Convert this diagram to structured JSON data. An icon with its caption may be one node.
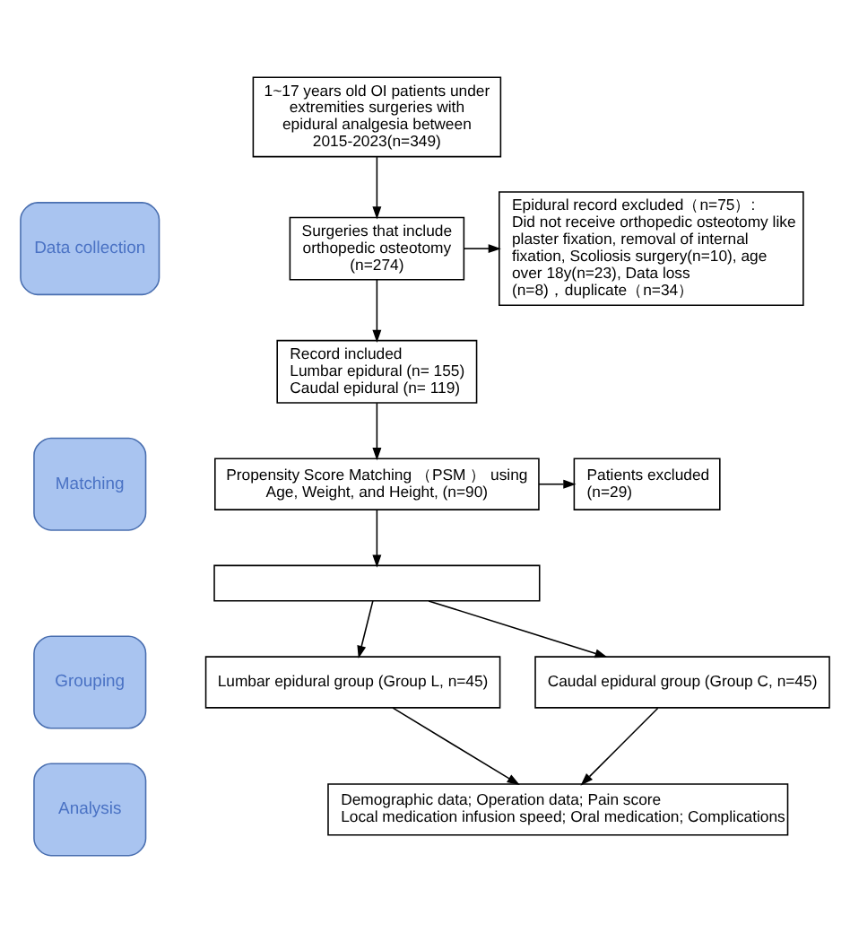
{
  "diagram": {
    "nodes": [
      {
        "text": [
          "Data collection"
        ]
      },
      {
        "text": [
          "Matching"
        ]
      },
      {
        "text": [
          "Grouping"
        ]
      },
      {
        "text": [
          "Analysis"
        ]
      },
      {
        "text": [
          "1~17 years old OI patients under extremities surgeries with epidural analgesia between 2015-2023(n=349)"
        ]
      },
      {
        "text": [
          "Surgeries that include orthopedic osteotomy (n=274)"
        ]
      },
      {
        "text": [
          "Epidural record excluded（n=75）:",
          "Did not receive orthopedic osteotomy like plaster fixation, removal of internal fixation, Scoliosis surgery(n=10), age over 18y(n=23), Data loss (n=8)，duplicate（n=34）"
        ]
      },
      {
        "text": [
          "Record included",
          "Lumbar epidural (n= 155)",
          "Caudal epidural (n= 119)"
        ]
      },
      {
        "text": [
          "Propensity Score Matching （PSM ） using Age, Weight, and Height, (n=90)"
        ]
      },
      {
        "text": [
          "Patients excluded (n=29)"
        ]
      },
      {
        "text": [],
        "shape": "box"
      },
      {
        "text": [
          "Lumbar epidural group (Group L, n=45)"
        ]
      },
      {
        "text": [
          "Caudal epidural group (Group C, n=45)"
        ]
      },
      {
        "text": [
          "Demographic data; Operation data; Pain score",
          "Local medication infusion speed; Oral medication; Complications"
        ]
      }
    ],
    "edges": [
      {
        "from": 4,
        "to": 5,
        "arrow": "to"
      },
      {
        "from": 5,
        "to": 6,
        "arrow": "to"
      },
      {
        "from": 5,
        "to": 7,
        "arrow": "to"
      },
      {
        "from": 7,
        "to": 8,
        "arrow": "to"
      },
      {
        "from": 8,
        "to": 9,
        "arrow": "to"
      },
      {
        "from": 8,
        "to": 10,
        "arrow": "to"
      },
      {
        "from": 10,
        "to": 11,
        "arrow": "to"
      },
      {
        "from": 10,
        "to": 12,
        "arrow": "to"
      },
      {
        "from": 11,
        "to": 13,
        "arrow": "to"
      },
      {
        "from": 12,
        "to": 13,
        "arrow": "to"
      }
    ]
  }
}
